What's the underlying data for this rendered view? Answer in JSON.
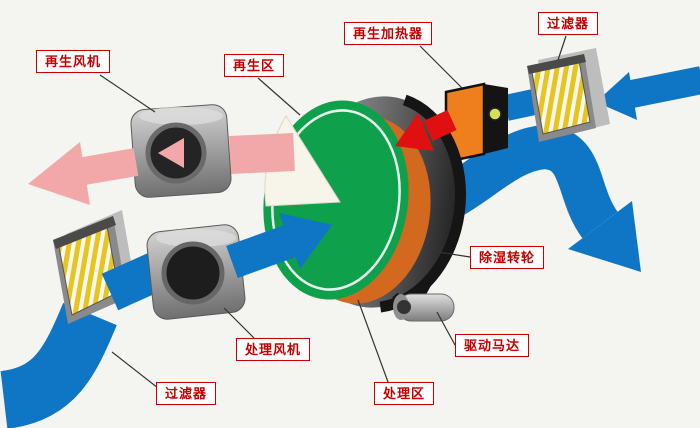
{
  "labels": {
    "regen_fan": "再生风机",
    "regen_zone": "再生区",
    "regen_heater": "再生加热器",
    "filter_top": "过滤器",
    "rotor": "除湿转轮",
    "motor": "驱动马达",
    "process_zone": "处理区",
    "process_fan": "处理风机",
    "filter_bottom": "过滤器"
  },
  "colors": {
    "process_air_blue": "#0e76c5",
    "regen_air_pink": "#f2a8a8",
    "hot_air_red": "#e01010",
    "wheel_green": "#0fa04c",
    "heater_orange": "#ef7f1c",
    "filter_yellow": "#e8c51d",
    "label_red": "#c40000"
  }
}
